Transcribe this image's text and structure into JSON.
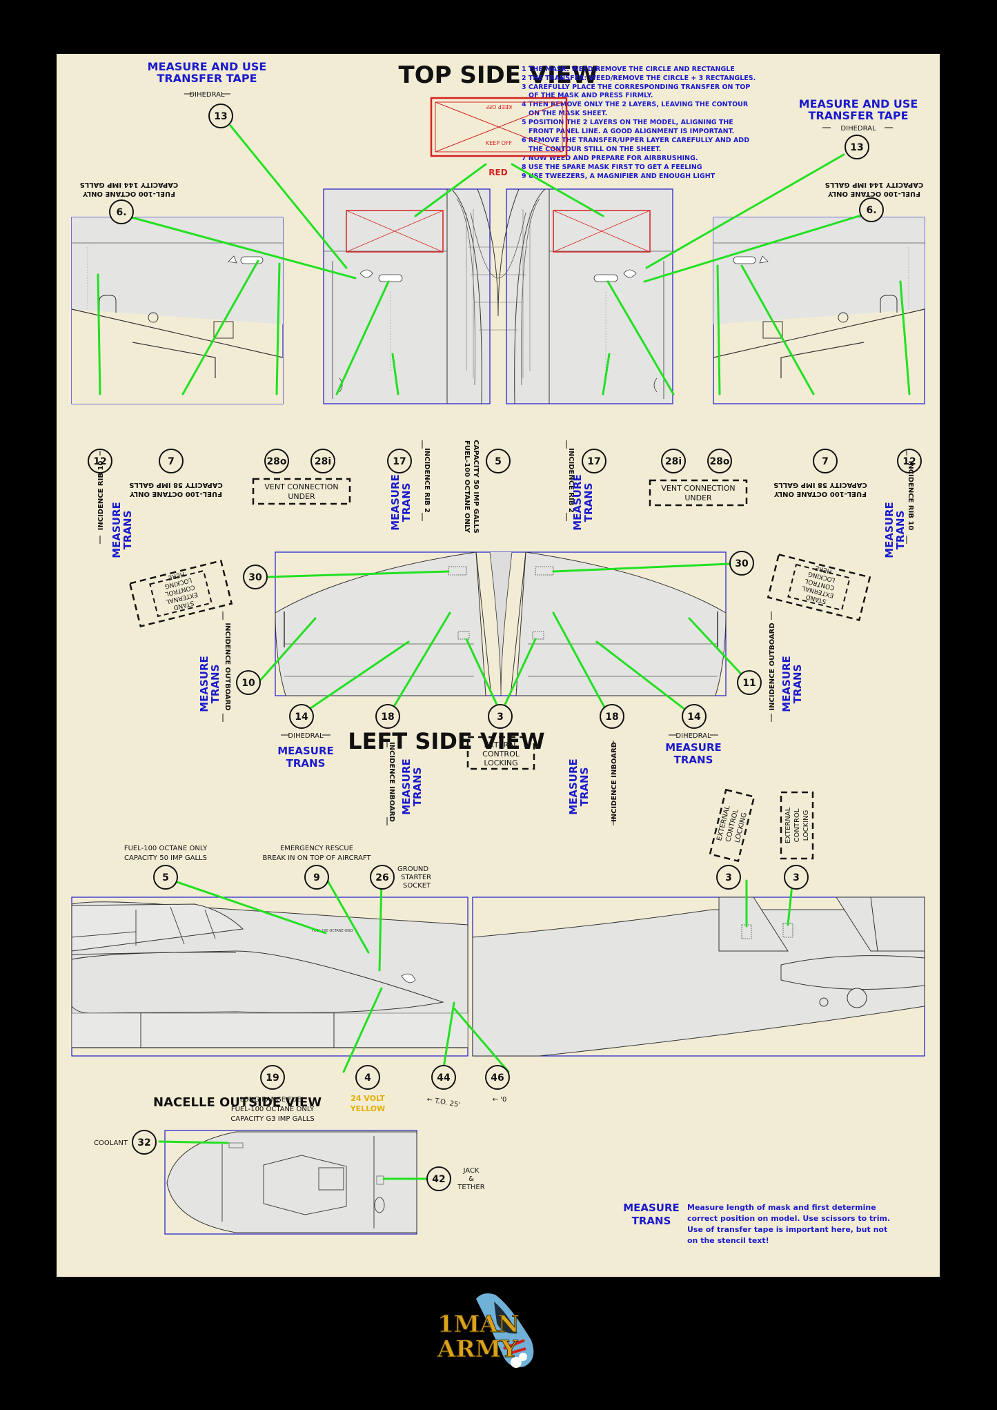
{
  "titles": {
    "top_view": "TOP SIDE VIEW",
    "left_view": "LEFT SIDE VIEW",
    "nacelle_view": "NACELLE OUTSIDE VIEW"
  },
  "instructions": [
    "1 THE MASK: WEED/REMOVE THE CIRCLE AND RECTANGLE",
    "2 THE TRANSFER: WEED/REMOVE THE CIRCLE + 3 RECTANGLES.",
    "3 CAREFULLY PLACE THE CORRESPONDING TRANSFER ON TOP",
    "OF THE MASK AND PRESS FIRMLY.",
    "4 THEN REMOVE ONLY THE 2 LAYERS, LEAVING THE CONTOUR",
    "ON THE MASK SHEET.",
    "5 POSITION THE 2 LAYERS ON THE MODEL, ALIGNING THE",
    "FRONT PANEL LINE. A GOOD ALIGNMENT IS IMPORTANT.",
    "6 REMOVE THE TRANSFER/UPPER LAYER CAREFULLY AND ADD",
    "THE CONTOUR STILL ON THE SHEET.",
    "7 NOW WEED AND PREPARE FOR AIRBRUSHING.",
    "8 USE THE SPARE MASK FIRST TO GET A FEELING",
    "9 USE TWEEZERS, A MAGNIFIER AND ENOUGH LIGHT"
  ],
  "keep_off": "KEEP OFF",
  "red_label": "RED",
  "measure_use": "MEASURE AND USE",
  "transfer_tape": "TRANSFER TAPE",
  "dihedral": "DIHEDRAL",
  "measure": "MEASURE",
  "trans": "TRANS",
  "fuel_144_line1": "FUEL-100 OCTANE ONLY",
  "fuel_144_line2": "CAPACITY 144 IMP GALLS",
  "fuel_58_line1": "FUEL-100 OCTANE ONLY",
  "fuel_58_line2": "CAPACITY 58 IMP GALLS",
  "fuel_50_line1": "FUEL-100 OCTANE ONLY",
  "fuel_50_line2": "CAPACITY 50 IMP GALLS",
  "vent_line1": "VENT CONNECTION",
  "vent_line2": "UNDER",
  "incidence_rib10": "INCIDENCE RIB 10",
  "incidence_rib2": "INCIDENCE RIB 2",
  "incidence_outboard": "INCIDENCE OUTBOARD",
  "incidence_inboard": "INCIDENCE INBOARD",
  "stand_line1": "STAND",
  "stand_line2": "EXTERNAL",
  "stand_line3": "CONTROL",
  "stand_line4": "LOCKING",
  "stand_line5": "HERE",
  "ext_ctrl_line1": "EXTERAL",
  "ext_ctrl_line2": "CONTROL",
  "ext_ctrl_line3": "LOCKING",
  "ext_lock_line1": "EXTERNAL",
  "ext_lock_line2": "CONTROL",
  "ext_lock_line3": "LOCKING",
  "emergency_line1": "EMERGENCY RESCUE",
  "emergency_line2": "BREAK IN ON TOP OF AIRCRAFT",
  "ground_line1": "GROUND",
  "ground_line2": "STARTER",
  "ground_line3": "SOCKET",
  "long_range_line1": "LONG RANGE FUEL",
  "long_range_line2": "FUEL-100 OCTANE ONLY",
  "long_range_line3": "CAPACITY G3  IMP GALLS",
  "volt_line1": "24 VOLT",
  "volt_line2": "YELLOW",
  "to_label": "← T.O. 25'",
  "zero_label": "← '0",
  "coolant": "COOLANT",
  "jack_line1": "JACK",
  "jack_line2": "&",
  "jack_line3": "TETHER",
  "note_measure": "MEASURE",
  "note_trans": "TRANS",
  "note_lines": [
    "Measure length of mask and first determine",
    "correct position on model. Use scissors to trim.",
    "Use of transfer tape is important here, but not",
    "on the stencil text!"
  ],
  "callouts": {
    "c3": "3",
    "c4": "4",
    "c5": "5",
    "c6": "6.",
    "c7": "7",
    "c9": "9",
    "c10": "10",
    "c11": "11",
    "c12": "12",
    "c13": "13",
    "c14": "14",
    "c17": "17",
    "c18": "18",
    "c19": "19",
    "c26": "26",
    "c28i": "28i",
    "c28o": "28o",
    "c30": "30",
    "c32": "32",
    "c42": "42",
    "c44": "44",
    "c46": "46"
  },
  "logo_line1": "1MAN",
  "logo_line2": "ARMY",
  "colors": {
    "background": "#000000",
    "sheet": "#f3ecd5",
    "leader": "#22e022",
    "frame": "#1a1acc",
    "mask": "#d42020",
    "aircraft": "#e4e4e2",
    "yellow": "#e0b000"
  }
}
